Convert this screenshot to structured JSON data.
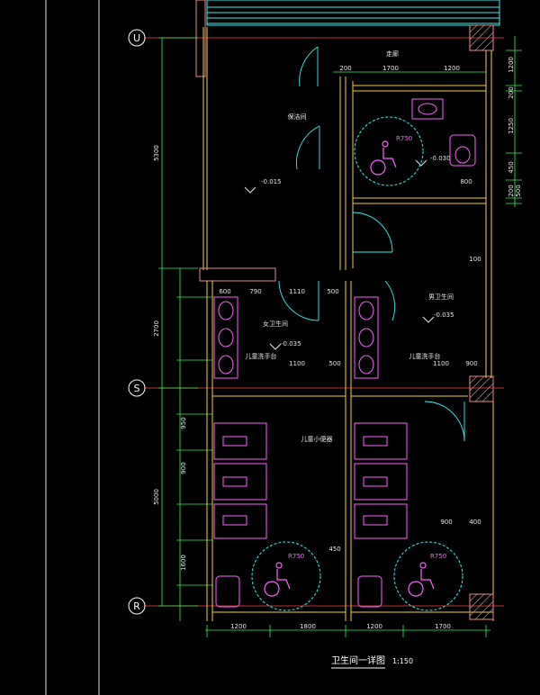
{
  "grid_axes": [
    "U",
    "S",
    "R"
  ],
  "overall_dims": {
    "left_top": "5300",
    "left_mid": "2700",
    "left_bottom": "5000"
  },
  "bottom_dims": [
    "1200",
    "1800",
    "1200",
    "1700"
  ],
  "top_dims": [
    "200",
    "1700",
    "1200"
  ],
  "right_dims": [
    "1200",
    "200",
    "1250",
    "450",
    "200",
    "500"
  ],
  "levels": {
    "corridor": "-0.015",
    "accessible_wc": "-0.030",
    "female_wc": "-0.035",
    "male_wc": "-0.035"
  },
  "room_labels": {
    "corridor_top": "走廊",
    "cleaning": "保洁间",
    "female": "女卫生间",
    "male": "男卫生间",
    "child_basin_left": "儿童洗手台",
    "child_basin_right": "儿童洗手台",
    "child_urinal": "儿童小便器"
  },
  "turning_circle": "R750",
  "title": "卫生间一详图",
  "scale": "1:150",
  "misc_dims": {
    "d800": "800",
    "d600": "600",
    "d790": "790",
    "d1110": "1110",
    "d500a": "500",
    "d200a": "200",
    "d1100a": "1100",
    "d500b": "500",
    "d900a": "900",
    "d1100b": "1100",
    "d900b": "900",
    "d400": "400",
    "d100": "100",
    "d450": "450",
    "d950": "950",
    "d1600": "1600",
    "d900c": "900",
    "d1200": "1200"
  }
}
